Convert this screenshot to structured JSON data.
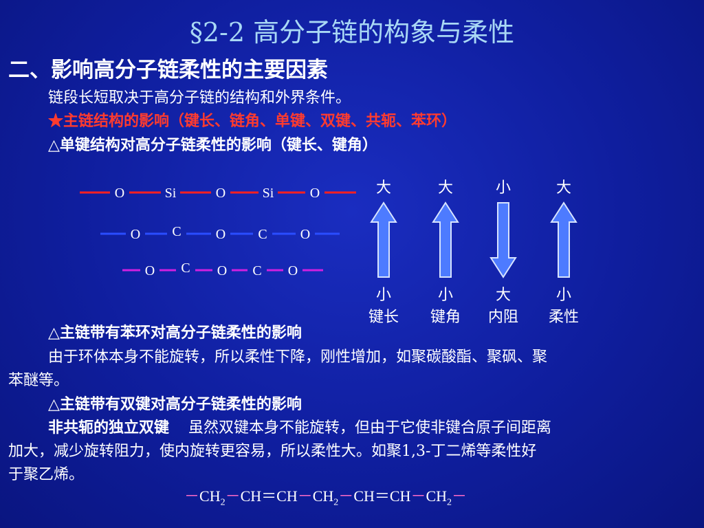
{
  "title": "§2-2   高分子链的构象与柔性",
  "subtitle": "二、影响高分子链柔性的主要因素",
  "intro": "链段长短取决于高分子链的结构和外界条件。",
  "factor": "★主链结构的影响（键长、链角、单键、双键、共轭、苯环）",
  "single_bond_heading": "△单键结构对高分子链柔性的影响（键长、键角）",
  "chains": [
    {
      "atoms": [
        "O",
        "Si",
        "O",
        "Si",
        "O"
      ],
      "color": "#ff2020"
    },
    {
      "atoms": [
        "O",
        "C",
        "O",
        "C",
        "O"
      ],
      "color": "#2a4dff"
    },
    {
      "atoms": [
        "O",
        "C",
        "O",
        "C",
        "O"
      ],
      "color": "#d020e0"
    }
  ],
  "arrows": [
    {
      "top": "大",
      "direction": "up",
      "bottom": "小",
      "label": "键长"
    },
    {
      "top": "大",
      "direction": "up",
      "bottom": "小",
      "label": "键角"
    },
    {
      "top": "小",
      "direction": "down",
      "bottom": "大",
      "label": "内阻"
    },
    {
      "top": "大",
      "direction": "up",
      "bottom": "小",
      "label": "柔性"
    }
  ],
  "benzene_heading": "△主链带有苯环对高分子链柔性的影响",
  "benzene_text_1": "由于环体本身不能旋转，所以柔性下降，刚性增加，如聚碳酸酯、聚砜、聚",
  "benzene_text_2": "苯醚等。",
  "double_heading": "△主链带有双键对高分子链柔性的影响",
  "double_term": "非共轭的独立双键",
  "double_text_1": "虽然双键本身不能旋转，但由于它使非键合原子间距离",
  "double_text_2": "加大，减少旋转阻力，使内旋转更容易，所以柔性大。如聚1,3-丁二烯等柔性好",
  "double_text_3": "于聚乙烯。",
  "formula": {
    "bond": "－",
    "groups": [
      {
        "main": "CH",
        "sub": "2"
      },
      {
        "main": "CH＝CH",
        "sub": ""
      },
      {
        "main": "CH",
        "sub": "2"
      },
      {
        "main": "CH＝CH",
        "sub": ""
      },
      {
        "main": "CH",
        "sub": "2"
      }
    ]
  },
  "colors": {
    "title": "#a9d8f5",
    "accent": "#ff3b2f",
    "arrow_fill": "#4d7bff",
    "arrow_stroke": "#d8e4ff"
  }
}
